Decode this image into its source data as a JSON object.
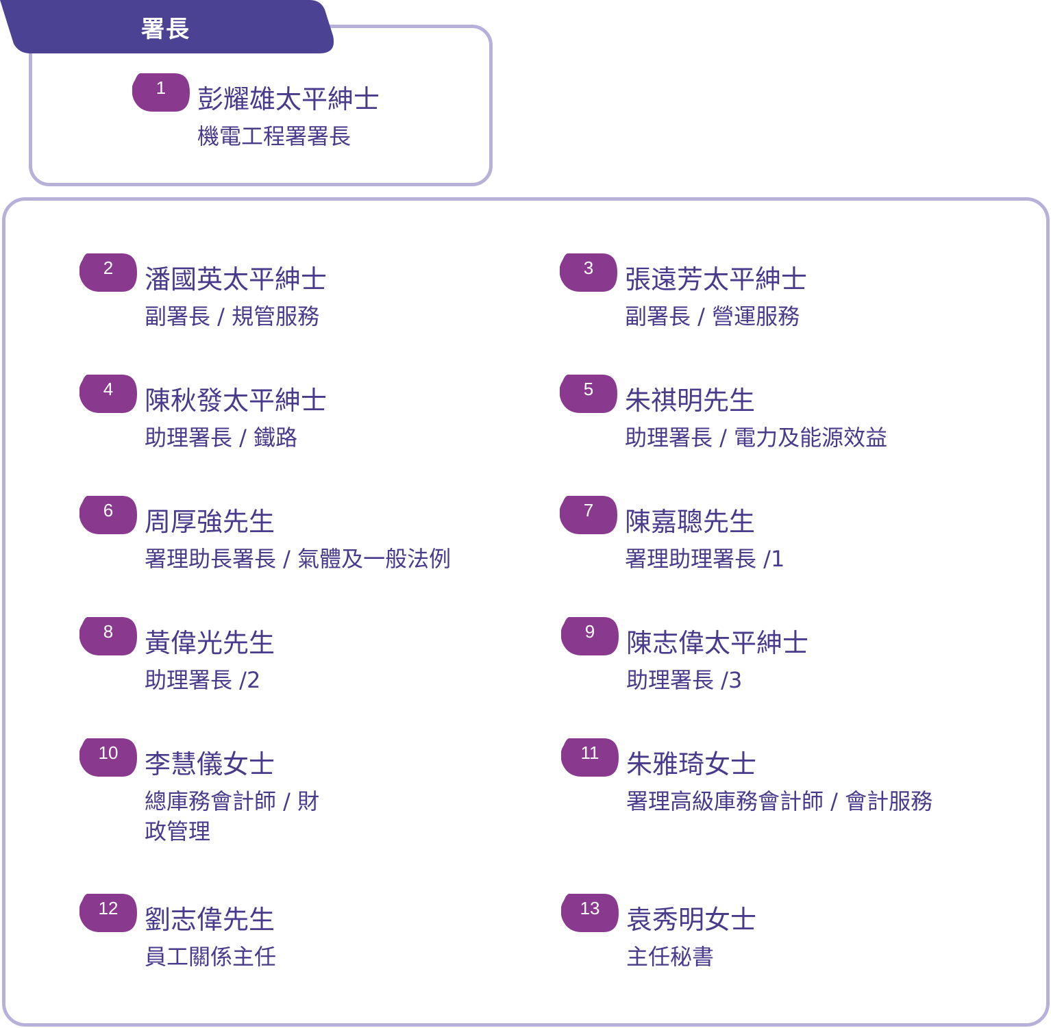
{
  "director": {
    "tab_label": "署長",
    "number": "1",
    "name": "彭耀雄太平紳士",
    "title": "機電工程署署長"
  },
  "members": [
    {
      "number": "2",
      "name": "潘國英太平紳士",
      "title": "副署長  / 規管服務"
    },
    {
      "number": "3",
      "name": "張遠芳太平紳士",
      "title": "副署長 / 營運服務"
    },
    {
      "number": "4",
      "name": "陳秋發太平紳士",
      "title": "助理署長 / 鐵路"
    },
    {
      "number": "5",
      "name": "朱祺明先生",
      "title": "助理署長 / 電力及能源效益"
    },
    {
      "number": "6",
      "name": "周厚強先生",
      "title": "署理助長署長 / 氣體及一般法例"
    },
    {
      "number": "7",
      "name": "陳嘉聰先生",
      "title": "署理助理署長 /1"
    },
    {
      "number": "8",
      "name": "黃偉光先生",
      "title": "助理署長 /2"
    },
    {
      "number": "9",
      "name": "陳志偉太平紳士",
      "title": "助理署長 /3"
    },
    {
      "number": "10",
      "name": "李慧儀女士",
      "title": "總庫務會計師 / 財政管理"
    },
    {
      "number": "11",
      "name": "朱雅琦女士",
      "title": "署理高級庫務會計師 / 會計服務"
    },
    {
      "number": "12",
      "name": "劉志偉先生",
      "title": "員工關係主任"
    },
    {
      "number": "13",
      "name": "袁秀明女士",
      "title": "主任秘書"
    }
  ],
  "colors": {
    "tab": "#4b4294",
    "badge": "#8a3a8e",
    "border": "#b7b0d8",
    "text": "#4a3a8c"
  }
}
